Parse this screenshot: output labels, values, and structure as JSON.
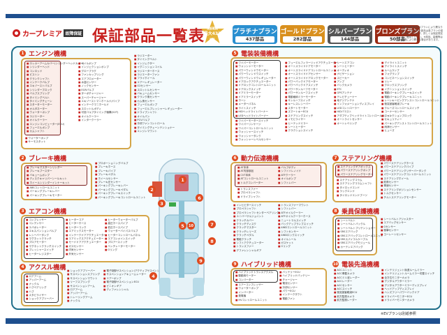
{
  "header": {
    "logo_text": "カープレミア",
    "logo_badge": "故障保証",
    "title": "保証部品一覧表",
    "star": {
      "top": "保証範囲",
      "number": "最大437",
      "bottom": "部品"
    },
    "plans": [
      {
        "name": "プラチナプラン",
        "count": "437部品",
        "color": "#2a8fd0"
      },
      {
        "name": "ゴールドプラン",
        "count": "282部品",
        "color": "#d9901e"
      },
      {
        "name": "シルバープラン",
        "count": "144部品",
        "color": "#555555"
      },
      {
        "name": "ブロンズプラン",
        "count": "50部品",
        "color": "#9a2a14"
      }
    ],
    "note": "※保証対象部品はプランにより異なります。上記枠内の部品は各プランの保証対象となります。詳しくは保証規定をご確認ください。※部品、装備等は車両により異なる場合があります。"
  },
  "sections": [
    {
      "num": "1",
      "title": "エンジン機構",
      "items_a": [
        "ロッカーアームカバー(シリンダーヘッドカバー)",
        "シリンダーヘッド",
        "コンロッド",
        "ピストン",
        "クランクシャフト",
        "インテークバルブ",
        "エキゾーストバルブ",
        "シリンダーブロック",
        "バルブスプリング",
        "タイミングベルト",
        "タイミングチェーン",
        "スターターモーター",
        "オルタネーター",
        "ウォーターポンプ",
        "ラジエーター",
        "オイルクーラー",
        "エンジンコンピューター(ECU)",
        "フューエルポンプ",
        "カムシャフト",
        "触媒コンバーター",
        "DPF",
        "イグニッションコイル",
        "オイルストレーナー",
        "オイルパン"
      ],
      "items_b": [
        "ウォーターポンプ",
        "サーモスタット"
      ],
      "items_c": [
        "オイルポンプ",
        "インジェクションポンプ",
        "グロープラグ",
        "ファンカップリング",
        "エアフロメーター",
        "水温センサー",
        "ノックセンサー",
        "EGRバルブ",
        "ターボチャージャー",
        "スーパーチャージャー",
        "エキゾーストマニホールド/パイプ",
        "インテークマニホールド",
        "スロットルボディ",
        "可変バルブタイミング機構(VVT)",
        "オイルクーラー",
        "インタークーラー"
      ],
      "items_d": [
        "ラジエーター",
        "タイミングベルト",
        "インジェクター",
        "イグニッションコイル",
        "ラジエーターホース",
        "ラジエーターファン",
        "フライホイール",
        "エアーレギュレーター",
        "O2センサー",
        "スロットルセンサー",
        "バキュームセンサー",
        "クランク角センサー",
        "カム角センサー",
        "フューエルポンプ",
        "フューエルプレッシャーレギュレーター",
        "ドライブシャフト",
        "オイルパン",
        "PCVバルブ",
        "冷却ファンコントロール",
        "タイミングチェーンテンショナー",
        "エンジンマウント"
      ]
    },
    {
      "num": "2",
      "title": "ブレーキ機構",
      "items_a": [
        "ブレーキマスターシリンダー",
        "ブレーキブースター",
        "バキュームポンプ",
        "ディスクキャリパーシールキット",
        "ホイールシリンダーインナーキット",
        "ストップランプスイッチ(ブレーキスイッチ)"
      ],
      "items_b": [
        "ABSコントロールユニット",
        "パーキングブレーキレバー",
        "パーキングブレーキモーター"
      ],
      "items_c": [
        "プロポーショニングバルブ",
        "ブレーキホース",
        "ブレーキパイプ",
        "ブレーキペダル",
        "ホイールセンサー",
        "ブレーキ圧センサー",
        "パーキングブレーキレバー",
        "パーキングブレーキペダル",
        "パーキングブレーキスイッチ",
        "パーキングブレーキコントロールユニット"
      ]
    },
    {
      "num": "3",
      "title": "エアコン機構",
      "items_a": [
        "コンプレッサー",
        "コンデンサー",
        "エバポレーター",
        "エキスパンションバルブ",
        "レシーバータンク",
        "マグネットクラッチ",
        "ブロアモーター",
        "マグネットクラッチスイッチ",
        "プレッシャースイッチ",
        "ヒーターレジスター",
        "エアコンコントロールユニット(ディスプレイ除く)"
      ],
      "items_b": [
        "ヒーターコア",
        "ヒーターホース",
        "ヒーターコック",
        "エアミックスモーター",
        "インテークドアアクチュエーター",
        "エアミックスアクチュエーター",
        "モードドアアクチュエーター",
        "ガスセンサー",
        "内気センサー",
        "外気センサー",
        "日射センサー",
        "冷媒圧力センサー",
        "サーモアンプ"
      ],
      "items_c": [
        "ヒーターウォーターバルブ",
        "高圧ホースパイプ",
        "低圧ホースパイプ",
        "ウォーターバイパスバルブ",
        "ヒーターコントロールパネル",
        "エアコンメインスイッチ",
        "ブロアースイッチ",
        "ベンチレーターモーター",
        "Oリング"
      ]
    },
    {
      "num": "4",
      "title": "アクスル機構",
      "items_a": [
        "ロアアーム",
        "アッパーアーム",
        "ナックル",
        "ハブベアリング",
        "ハブ",
        "スタビライザー",
        "ショックアブソーバー",
        "ストラット",
        "コイルスプリング",
        "ドライブシャフト",
        "ハイトコントロールセンサー"
      ],
      "items_b": [
        "ショックアブソーバー",
        "サスペンションスプリング",
        "サスペンションマウント",
        "リーフスプリング",
        "サスペンションアーム",
        "ロアアーム",
        "アッパーアーム",
        "トレーリングアーム",
        "ナックル",
        "ボールジョイント",
        "アッパーベアリング",
        "電子制御サスペンション(エアー)"
      ],
      "items_c": [
        "電子制御サスペンション(アクティブサスペンション)",
        "サスペンションアキュームレーター",
        "エアーポンプ",
        "電子制御サスペンションECU",
        "ピニオンギア",
        "ディファレンシャル",
        "トランスファー",
        "センターデフ"
      ]
    },
    {
      "num": "5",
      "title": "電装装備機構",
      "items_a": [
        "ワイパーモーター",
        "ウォッシャーモーター",
        "パワーウィンドウモーター",
        "パワーウィンドウスイッチ",
        "パワーウィンドウレギュレーター",
        "ドアロックアクチュエーター",
        "ドアロックコントロールユニット",
        "ドアロックスイッチ",
        "ドアミラーモーター",
        "ドアミラースイッチ",
        "ホーン",
        "メーターパネル",
        "ライトスイッチ",
        "HIDヘッドライトバーナー",
        "LEDヘッドライトバーナー",
        "パワーシートスイッチ"
      ],
      "items_b": [
        "ワイパーモータースイッチ",
        "ワイパーリンケージ",
        "ワイパーコントロールユニット",
        "ウォッシャースイッチ",
        "ウォッシャータンク",
        "ウォッシャーレベルセンサー",
        "ヘッドライトウォッシャーモーター",
        "グラスアンテナ",
        "パワーウィンドウメインスイッチ",
        "パワーウィンドウコントロールユニット",
        "ホーン",
        "フューエルリッドオープナー"
      ],
      "items_c": [
        "フューエルフィラーリッドアクチュエーター",
        "オートスライドドアモーター",
        "オートスライドドアコントロールユニット",
        "オートスライドドアセンサー",
        "オートスライドドアロックモーター",
        "パワーバックドアモーター",
        "パワーバックドアスイッチ",
        "パワーサンルーフモーター",
        "パワーサンルーフスイッチ",
        "電動格納ミラーモーター",
        "サンルーフスイッチ",
        "キーレスレシーバー",
        "スタートモーター",
        "スマートキーECU",
        "ステアリングスイッチ",
        "イモビライザー",
        "ヒーテッドミラー",
        "シートヒーター",
        "クラクションスイッチ"
      ],
      "items_d": [
        "シートエアコン",
        "シートヒーター",
        "オーディオ",
        "ナビゲーション",
        "スピーカー",
        "アンプ",
        "バックカメラ",
        "ETC",
        "GPSアンテナ",
        "テレビチューナー",
        "地デジアンテナ",
        "インフォメーションディスプレイ",
        "LEDコントローラー",
        "HIDバラスト",
        "アダプティブヘッドライトコントロールユニット",
        "オートライトセンサー",
        "オートレベリング"
      ],
      "items_e": [
        "デイライトユニット",
        "デイライトスイッチ",
        "ルームランプ",
        "フォグランプ",
        "コンビネーションスイッチ",
        "リレー",
        "クロックスプリング",
        "イグニッションスイッチ",
        "電動パーキングブレーキスイッチ",
        "電動パーキングブレーキユニット",
        "レーンキーピングアシストコントロールユニット",
        "衝突被害軽減ブレーキ",
        "クルーズコントロールスイッチ",
        "コーナーセンサー",
        "ジャンクションブロック",
        "セキュリティー",
        "パーキングアシストコントロールユニット",
        "雨滴センサー",
        "ヒューズ"
      ]
    },
    {
      "num": "6",
      "title": "動力伝達機構",
      "items_a": [
        "AT本体",
        "AT内部部品",
        "CVT本体",
        "ATコントロールユニット",
        "トルクコンバーター",
        "バルブボディ",
        "シフトソレノイド",
        "ATFクーラー",
        "オイルポンプ",
        "シフトレバー",
        "トランスミッションマウント"
      ],
      "items_b": [
        "トランスファー",
        "プロペラシャフト",
        "ドライブシャフト",
        "ユニバーサルジョイント"
      ],
      "items_c": [
        "インヒビタースイッチ",
        "プロペラシャフト",
        "プロペラシャフトセンターベアリング",
        "ユニバーサルジョイント",
        "クラッチカバー",
        "クラッチディスク",
        "クラッチマスター",
        "クラッチレリーズ",
        "クラッチペダル",
        "電磁クラッチ",
        "シフトアクチュエーター",
        "トランスファー",
        "デファレンシャルギア"
      ],
      "items_d": [
        "トランスファーマウント",
        "シフトレバー",
        "ATFオイルクーラー",
        "ATFオイルクーラーホース",
        "ニュートラルスイッチ",
        "バックアップランプスイッチ",
        "4WDコントロールユニット",
        "シフトセンサー",
        "4WDロックスイッチ",
        "オイルシール",
        "ガスケット",
        "Oリング"
      ]
    },
    {
      "num": "7",
      "title": "ステアリング機構",
      "items_a": [
        "ステアリングギアボックス",
        "パワーステアリングポンプ",
        "パワーステアリングモーター"
      ],
      "items_b": [
        "ステアリングコラム",
        "ステアリングコラムシャフト",
        "タイロッドエンド",
        "ラックエンド",
        "タイロッドエンドブーツ",
        "ラックエンドブーツ"
      ],
      "items_c": [
        "パワーステアリングホース",
        "パワーステアリングパイプ",
        "パワーステアリングリザーバータンク",
        "パワーステアリングコントロールユニット",
        "ステアリングホイール",
        "舵角センサー",
        "車速センサー",
        "ステアリングポジションセンサー",
        "トルクセンサー",
        "チルトステアリングモーター"
      ]
    },
    {
      "num": "8",
      "title": "乗員保護機構",
      "items_a": [
        "シートベルト",
        "シートベルトバックル",
        "シートベルトプリテンショナー",
        "SRSエアバッグ",
        "SRSエアバッグコントロールユニット",
        "SRSスパイラルケーブル",
        "SRSエアバッグモジュール",
        "カーテンエアバッグ",
        "サイドエアバッグ",
        "ニーエアバッグ"
      ],
      "items_c": [
        "シートベルトアジャスター",
        "エアバッグセンサー",
        "Gセンサー",
        "衝撃センサー",
        "ヨーレートセンサー"
      ]
    },
    {
      "num": "9",
      "title": "ハイブリッド機構",
      "items_a": [
        "ハイブリッドトランスアクスル",
        "駆動用モーター",
        "コンバーター"
      ],
      "items_b": [
        "エアーコンプレッサー",
        "ウォーターポンプ",
        "インバーター",
        "発電機",
        "HVコントロールユニット",
        "DC/DCコンバーター",
        "パワーコントロールユニット"
      ],
      "items_c": [
        "バッテリーECU",
        "ハイブリッドバッテリー",
        "チャージャー",
        "電流センサー",
        "冷却センサー",
        "パワーECU",
        "インテークダクト",
        "電動ファン",
        "PHVアダプター"
      ]
    },
    {
      "num": "10",
      "title": "電装先進機構",
      "items_a": [
        "ACCユニット",
        "ACC車載カメラ",
        "ACCミリ波レーダー",
        "ACCレーダー",
        "ACCセンサー",
        "ACCスイッチ",
        "衝突被害軽減ECU",
        "前方監視カメラ",
        "前方監視レーダー",
        "ブラインドスポットモニター",
        "ブラインドスポットセンサー",
        "ブラインドスポットミラー",
        "コーナーレーダー"
      ],
      "items_c": [
        "インテリジェント後退ルームミラー",
        "インテリジェントルームミラー切替スイッチ",
        "全方位モニターカメラ",
        "デジタルアウターミラー",
        "デジタルアウターミラーディスプレイ",
        "ヘッドアップディスプレイ",
        "ハンズフリーパワーバックドア",
        "ドライバーモニターECU",
        "ドライバーモニターカメラ",
        "ドライバーモニターセンサー",
        "ヘッドアップディスプレイユニット",
        "ルームミラーECU",
        "ルームミラー搭載センサー"
      ]
    }
  ],
  "car_callouts": [
    "1",
    "2",
    "3",
    "4",
    "5",
    "6",
    "7",
    "8",
    "9",
    "10"
  ],
  "footnote": "※EVプランは別紙参照"
}
